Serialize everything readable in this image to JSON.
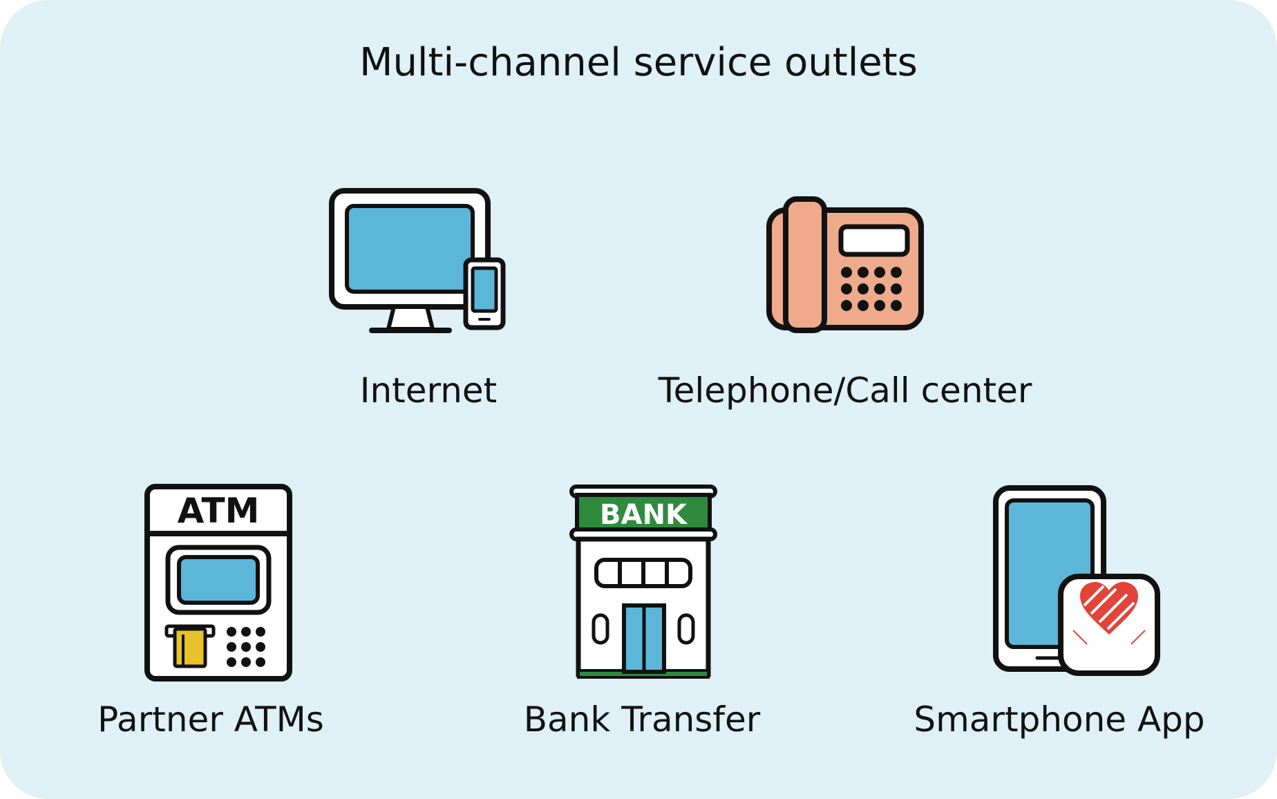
{
  "title": "Multi-channel service outlets",
  "colors": {
    "background": "#dff0f6",
    "screen_blue": "#5bb6d8",
    "phone_salmon": "#efaa8c",
    "bank_green": "#2e8b3e",
    "card_yellow": "#e8c22c",
    "app_red": "#e2433a"
  },
  "channels": [
    {
      "label": "Internet",
      "icon": "computer-smartphone-icon"
    },
    {
      "label": "Telephone/Call center",
      "icon": "telephone-icon"
    },
    {
      "label": "Partner ATMs",
      "icon": "atm-icon",
      "icon_text": "ATM"
    },
    {
      "label": "Bank Transfer",
      "icon": "bank-building-icon",
      "icon_text": "BANK"
    },
    {
      "label": "Smartphone App",
      "icon": "smartphone-app-icon"
    }
  ]
}
